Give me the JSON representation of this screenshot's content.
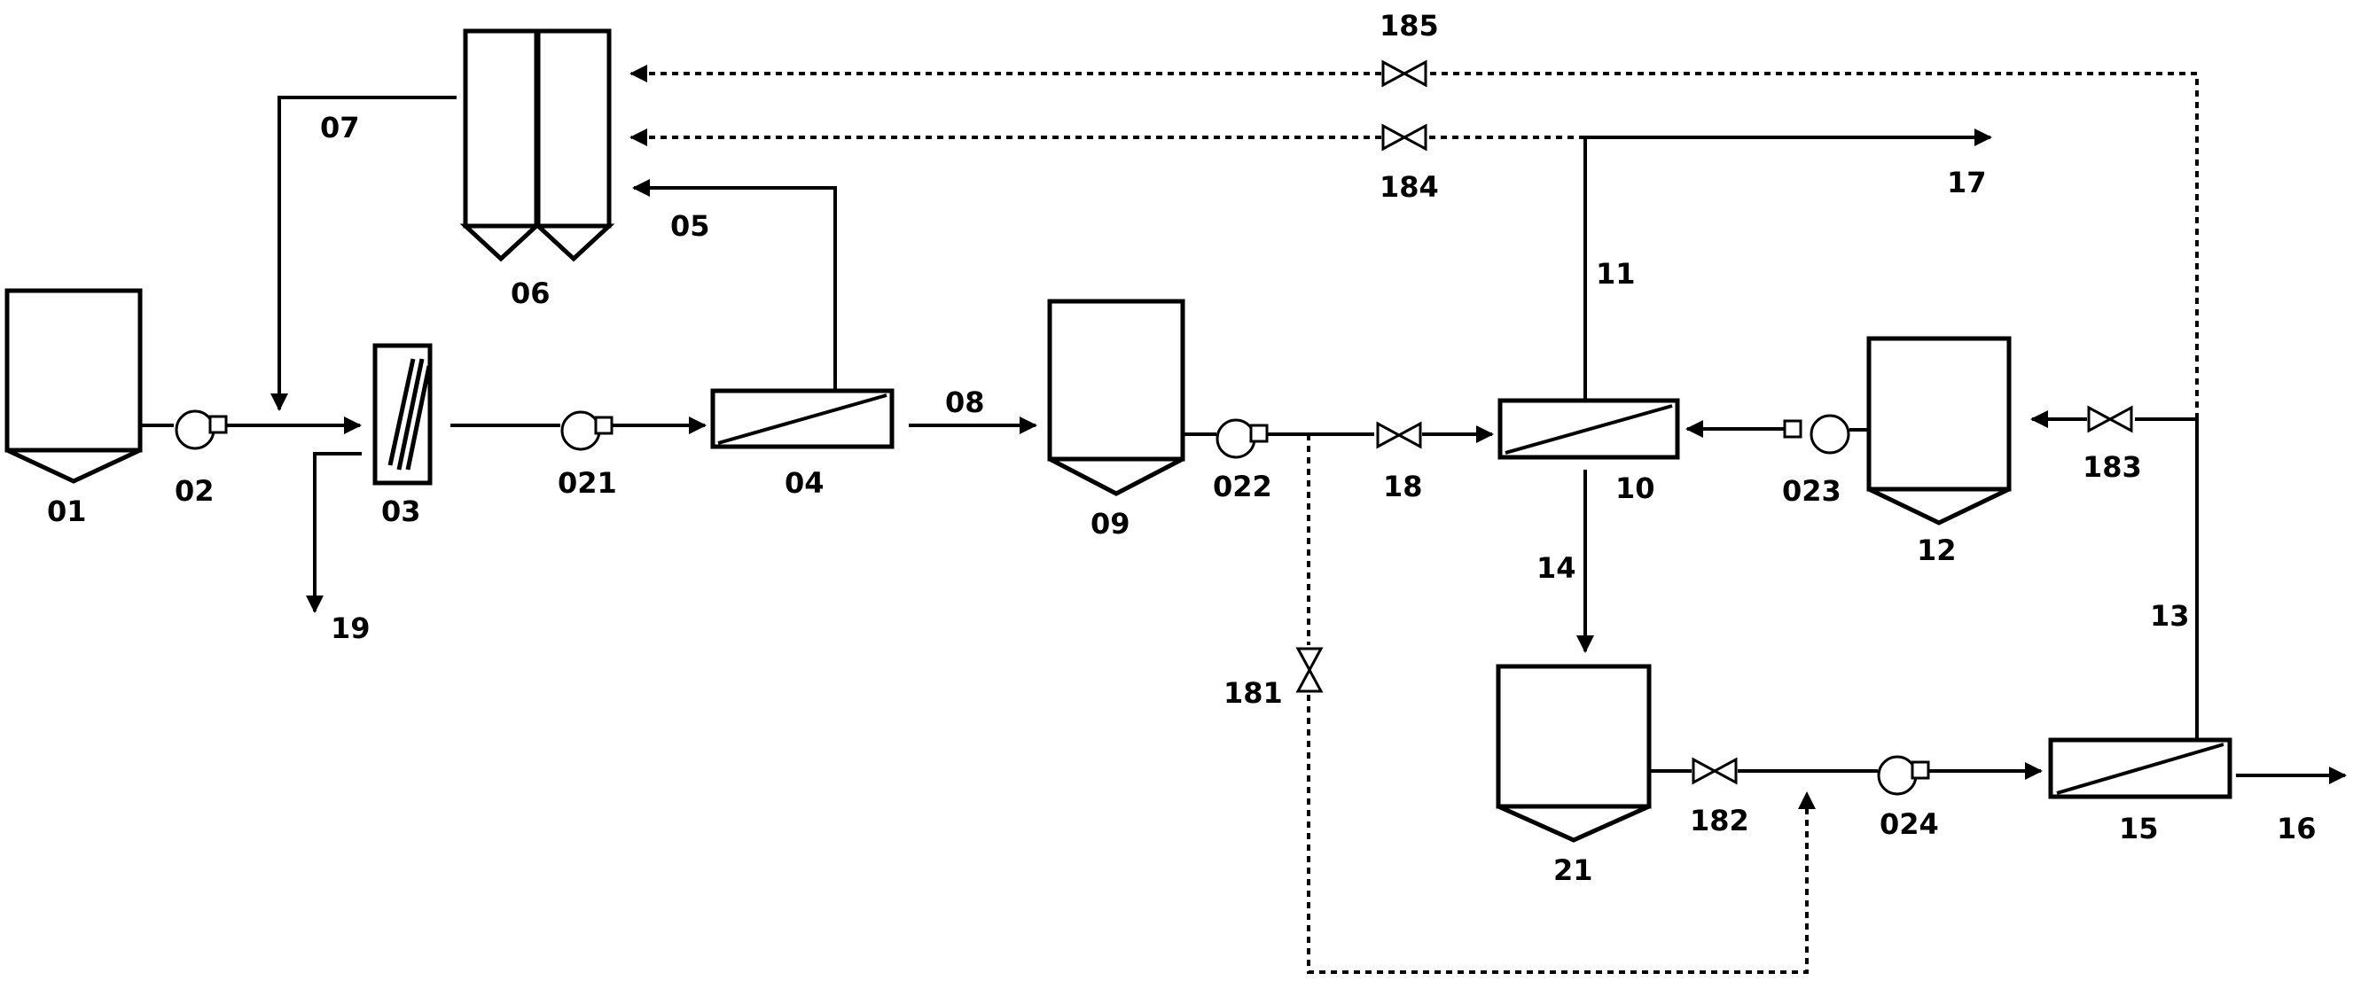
{
  "labels": {
    "tank_01": "01",
    "pump_02": "02",
    "filter_03": "03",
    "pump_021": "021",
    "membrane_04": "04",
    "stream_05": "05",
    "tanks_06": "06",
    "stream_07": "07",
    "stream_08": "08",
    "tank_09": "09",
    "membrane_10": "10",
    "stream_11": "11",
    "tank_12": "12",
    "stream_13": "13",
    "stream_14": "14",
    "membrane_15": "15",
    "stream_16": "16",
    "stream_17": "17",
    "valve_18": "18",
    "stream_19": "19",
    "tank_21": "21",
    "pump_022": "022",
    "pump_023": "023",
    "pump_024": "024",
    "valve_181": "181",
    "valve_182": "182",
    "valve_183": "183",
    "valve_184": "184",
    "valve_185": "185"
  }
}
